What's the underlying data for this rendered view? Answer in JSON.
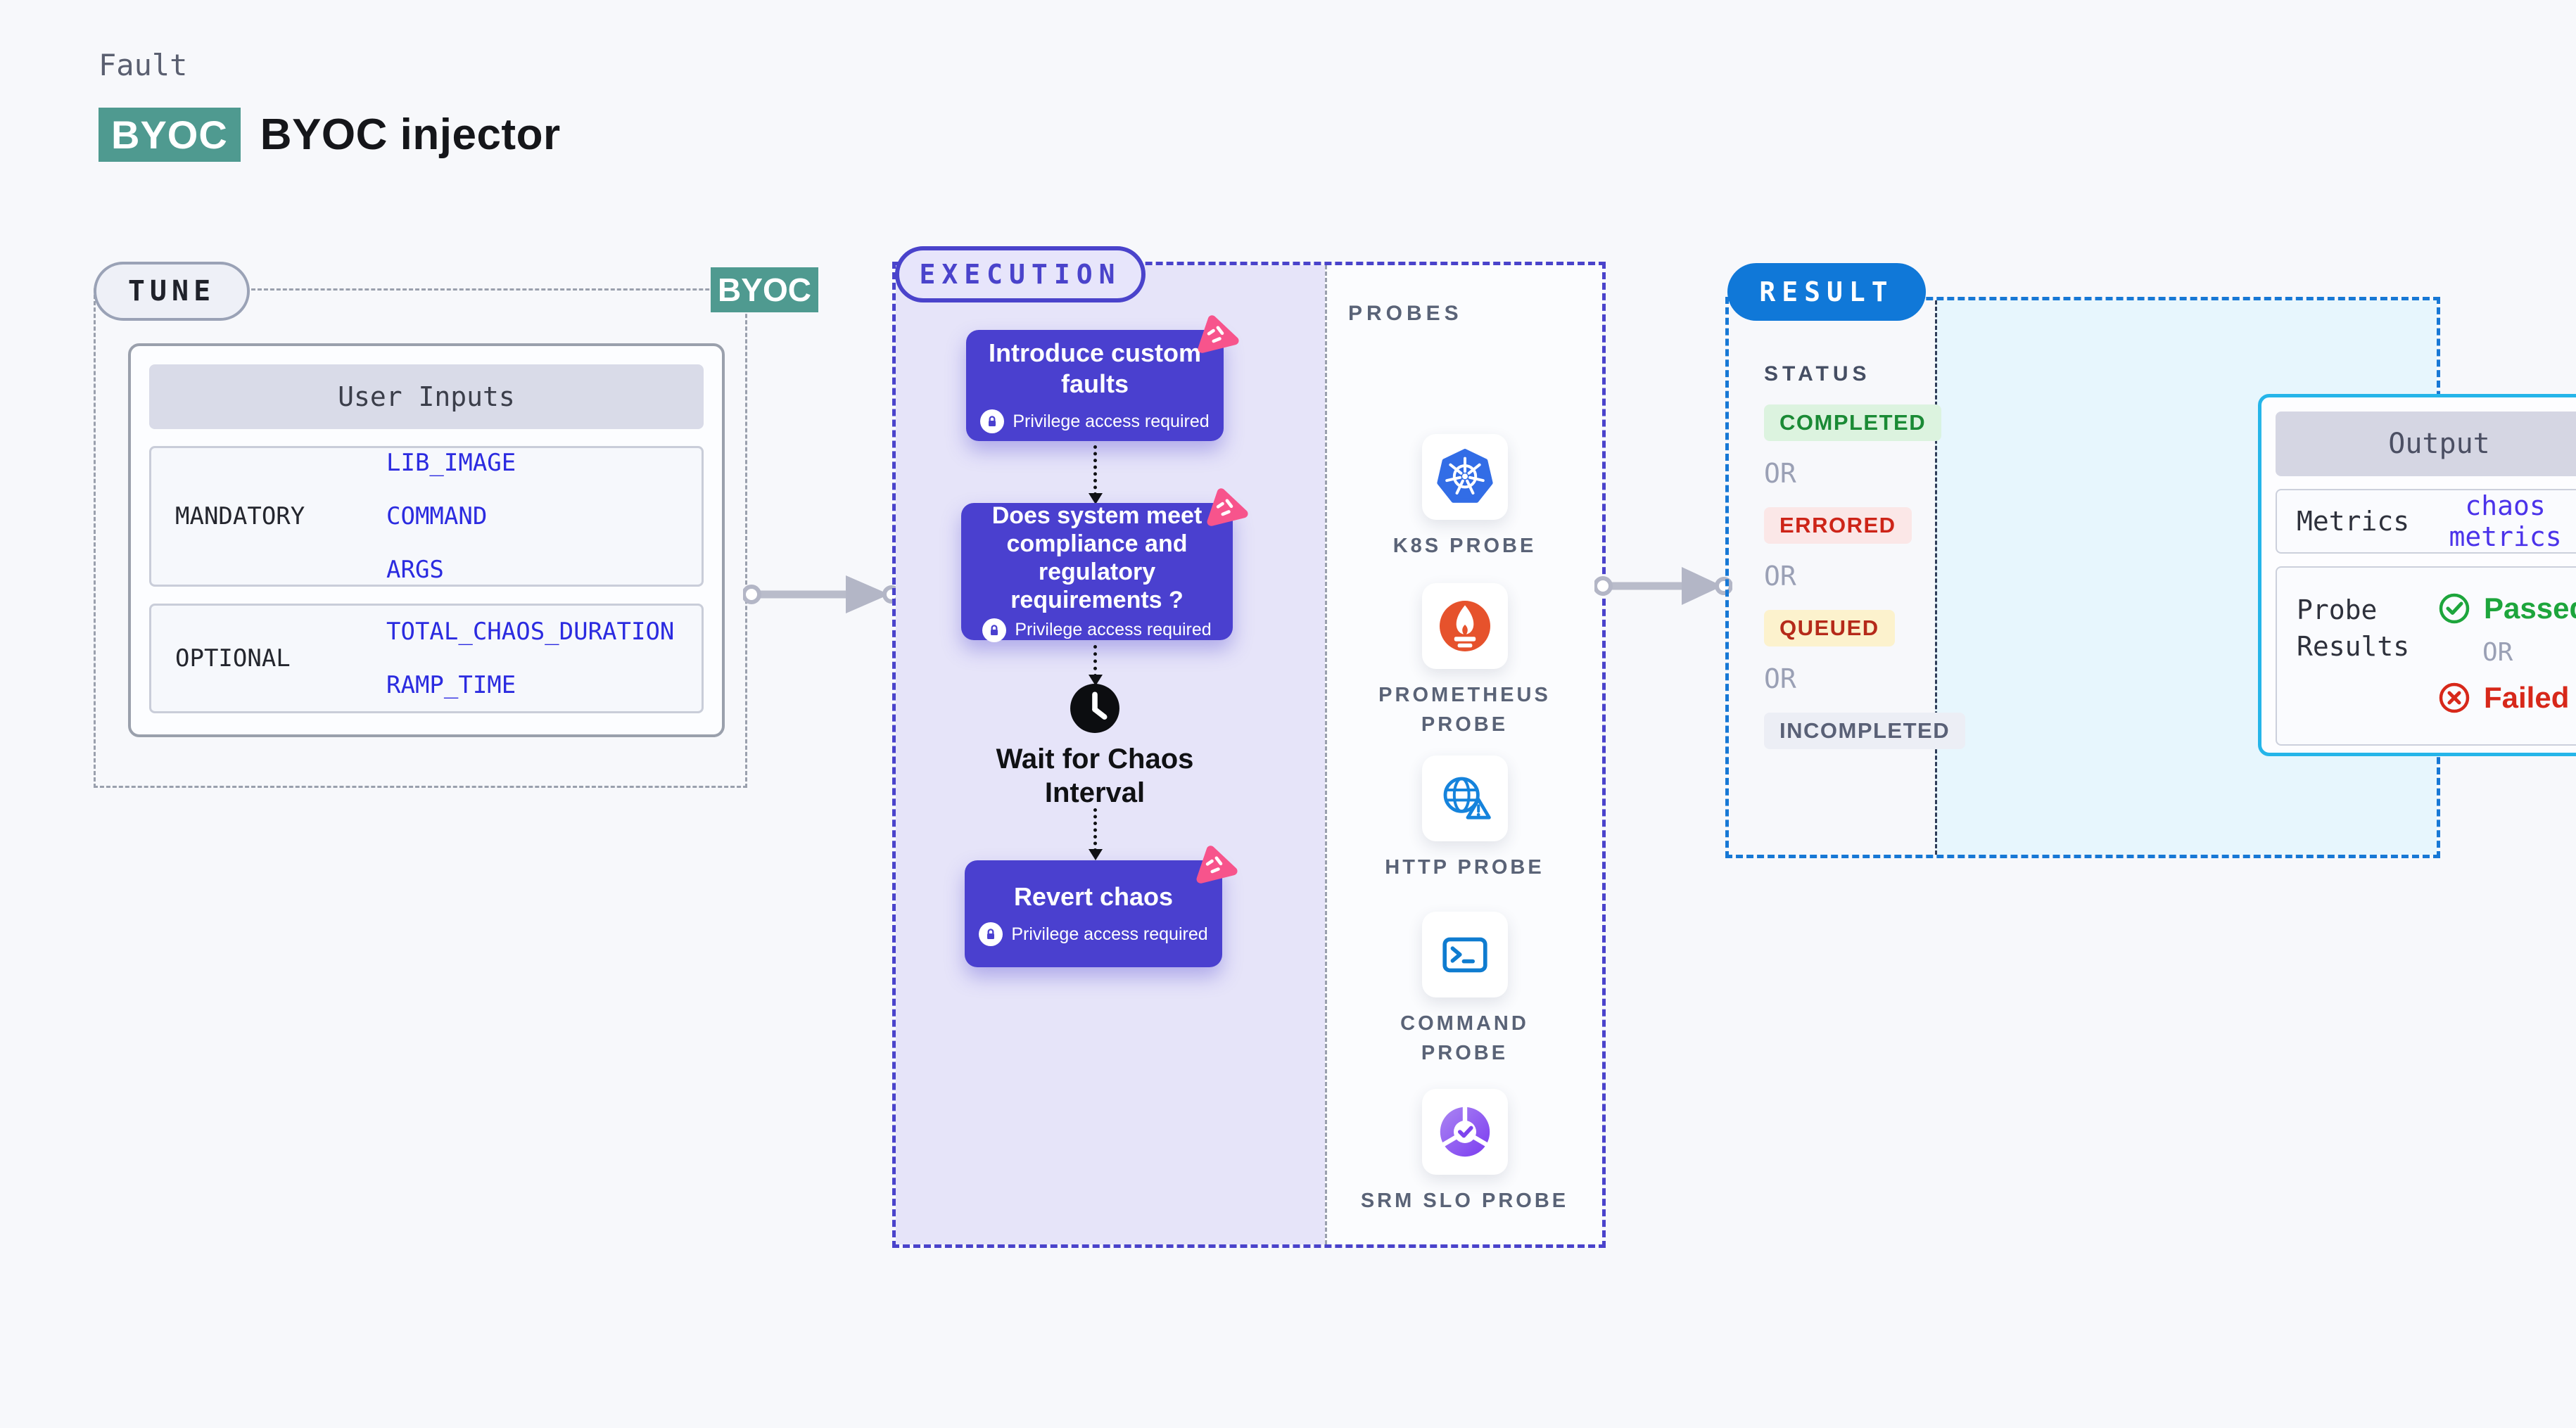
{
  "header": {
    "category": "Fault",
    "badge": "BYOC",
    "title": "BYOC injector"
  },
  "tune": {
    "pill": "TUNE",
    "corner_badge": "BYOC",
    "card_header": "User Inputs",
    "rows": [
      {
        "label": "MANDATORY",
        "values": [
          "LIB_IMAGE",
          "COMMAND",
          "ARGS"
        ]
      },
      {
        "label": "OPTIONAL",
        "values": [
          "TOTAL_CHAOS_DURATION",
          "RAMP_TIME"
        ]
      }
    ]
  },
  "execution": {
    "pill": "EXECUTION",
    "steps": [
      {
        "title": "Introduce custom faults",
        "badge": "Privilege access required"
      },
      {
        "title": "Does system meet compliance and regulatory requirements ?",
        "badge": "Privilege access required"
      },
      {
        "title": "Wait for Chaos Interval"
      },
      {
        "title": "Revert chaos",
        "badge": "Privilege access required"
      }
    ]
  },
  "probes": {
    "label": "PROBES",
    "items": [
      {
        "name": "K8S PROBE",
        "icon": "kubernetes-icon"
      },
      {
        "name": "PROMETHEUS PROBE",
        "icon": "prometheus-icon"
      },
      {
        "name": "HTTP PROBE",
        "icon": "http-globe-icon"
      },
      {
        "name": "COMMAND PROBE",
        "icon": "terminal-icon"
      },
      {
        "name": "SRM SLO PROBE",
        "icon": "srm-slo-icon"
      }
    ]
  },
  "result": {
    "pill": "RESULT",
    "status_label": "STATUS",
    "or": "OR",
    "statuses": [
      {
        "text": "COMPLETED",
        "color": "#1a8a35",
        "bg": "#dcf3df"
      },
      {
        "text": "ERRORED",
        "color": "#cd2418",
        "bg": "#fbe7e7"
      },
      {
        "text": "QUEUED",
        "color": "#b52a1a",
        "bg": "#fcf2cd"
      },
      {
        "text": "INCOMPLETED",
        "color": "#596076",
        "bg": "#eceef5"
      }
    ],
    "output": {
      "header": "Output",
      "metrics_label": "Metrics",
      "metrics_value": "chaos metrics",
      "probe_results_label": "Probe Results",
      "passed": "Passed",
      "failed": "Failed"
    }
  },
  "colors": {
    "page_bg": "#f7f8fb",
    "teal_badge": "#4f9a90",
    "execution_accent": "#4a43cb",
    "step_box": "#4a40cf",
    "chaos_pink": "#f7548c",
    "result_blue": "#1078d8",
    "output_border": "#25b5e9",
    "passed_green": "#1da53c",
    "failed_red": "#d7281a",
    "value_blue": "#2b2be0"
  }
}
